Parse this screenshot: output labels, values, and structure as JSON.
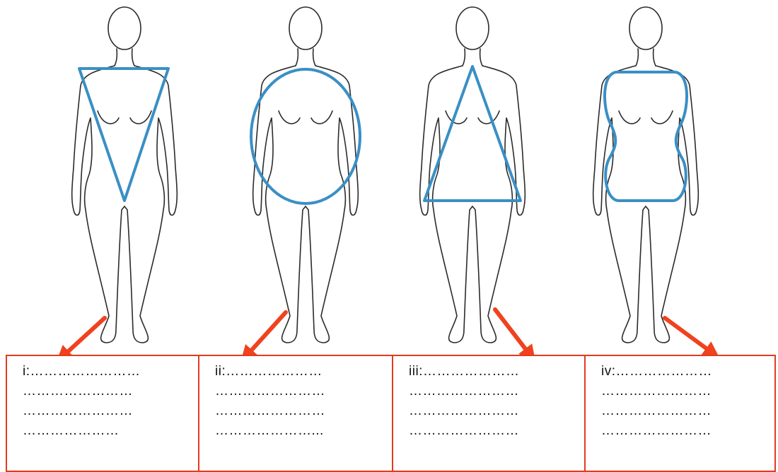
{
  "colors": {
    "outline": "#2b2b2b",
    "shape": "#3a8fc4",
    "arrow": "#f0421e",
    "box_border": "#e23b1f"
  },
  "figures": [
    {
      "shape": "inverted-triangle"
    },
    {
      "shape": "circle"
    },
    {
      "shape": "triangle"
    },
    {
      "shape": "hourglass"
    }
  ],
  "boxes": [
    {
      "lines": [
        "i:……………………",
        "……………………",
        "……………………",
        "…………………"
      ]
    },
    {
      "lines": [
        "ii:…………………",
        "……………………",
        "……………………",
        "…………………..."
      ]
    },
    {
      "lines": [
        "iii:…………………",
        "……………………",
        "……………………",
        "……………………"
      ]
    },
    {
      "lines": [
        "iv:…………………",
        "……………………",
        "……………………",
        "……………………"
      ]
    }
  ]
}
